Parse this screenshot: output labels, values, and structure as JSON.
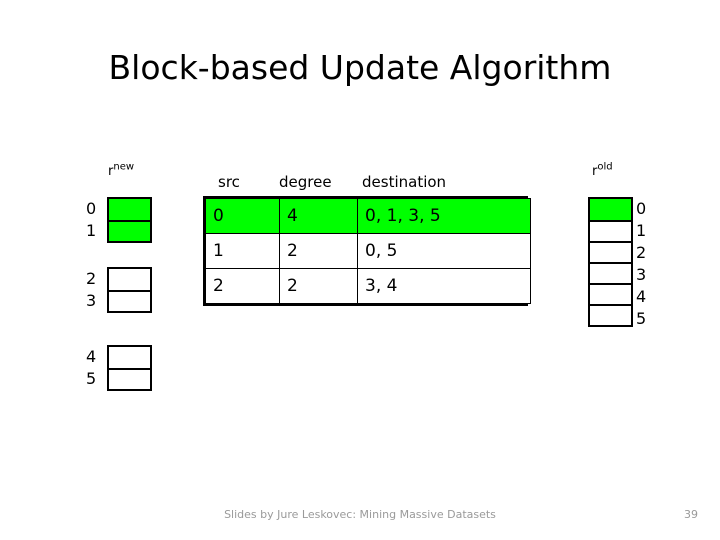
{
  "slide": {
    "title": "Block-based Update Algorithm"
  },
  "r_new": {
    "label_base": "r",
    "label_sup": "new",
    "blocks": [
      {
        "rows": [
          {
            "index": "0",
            "filled": true
          },
          {
            "index": "1",
            "filled": true
          }
        ]
      },
      {
        "rows": [
          {
            "index": "2",
            "filled": false
          },
          {
            "index": "3",
            "filled": false
          }
        ]
      },
      {
        "rows": [
          {
            "index": "4",
            "filled": false
          },
          {
            "index": "5",
            "filled": false
          }
        ]
      }
    ]
  },
  "edge_table": {
    "headers": {
      "src": "src",
      "degree": "degree",
      "destination": "destination"
    },
    "rows": [
      {
        "src": "0",
        "degree": "4",
        "destination": "0, 1, 3, 5",
        "highlight": true
      },
      {
        "src": "1",
        "degree": "2",
        "destination": "0, 5",
        "highlight": false
      },
      {
        "src": "2",
        "degree": "2",
        "destination": "3, 4",
        "highlight": false
      }
    ]
  },
  "r_old": {
    "label_base": "r",
    "label_sup": "old",
    "cells": [
      {
        "index": "0",
        "filled": true
      },
      {
        "index": "1",
        "filled": false
      },
      {
        "index": "2",
        "filled": false
      },
      {
        "index": "3",
        "filled": false
      },
      {
        "index": "4",
        "filled": false
      },
      {
        "index": "5",
        "filled": false
      }
    ]
  },
  "footer": {
    "credit": "Slides by Jure Leskovec: Mining Massive Datasets",
    "page_number": "39"
  },
  "colors": {
    "highlight": "#00ff00",
    "outline": "#000000",
    "footer_text": "#9a9a9a"
  }
}
